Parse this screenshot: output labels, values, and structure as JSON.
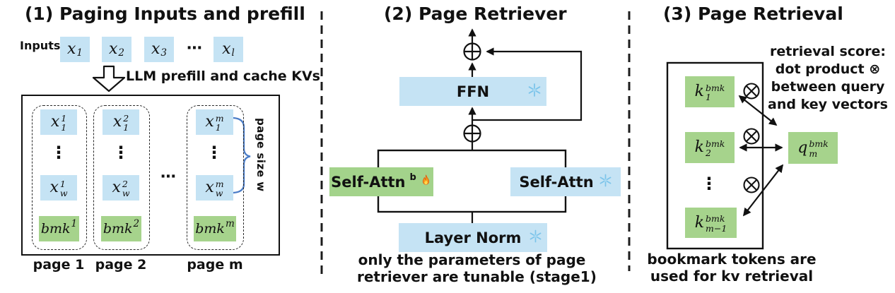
{
  "colors": {
    "token_blue": "#c5e3f4",
    "bookmark_green": "#a6d38c",
    "attn_green": "#a3d38b",
    "brace_blue": "#4a7cc7",
    "snowflake_blue": "#7cc4ea",
    "flame_orange": "#f59d1e",
    "line_black": "#111111"
  },
  "panel1": {
    "title": "(1) Paging Inputs and prefill",
    "inputs_label": "Inputs",
    "tokens": [
      {
        "base": "x",
        "sub": "1"
      },
      {
        "base": "x",
        "sub": "2"
      },
      {
        "base": "x",
        "sub": "3"
      },
      {
        "base": "x",
        "sub": "l"
      }
    ],
    "tokens_dots": "⋯",
    "prefill_label": "LLM prefill and cache KVs",
    "pages": [
      {
        "x_top": {
          "base": "x",
          "sup": "1",
          "sub": "1"
        },
        "vdots": "⋮",
        "x_bottom": {
          "base": "x",
          "sup": "1",
          "sub": "w"
        },
        "bmk": {
          "base": "bmk",
          "sup": "1"
        },
        "label": "page 1"
      },
      {
        "x_top": {
          "base": "x",
          "sup": "2",
          "sub": "1"
        },
        "vdots": "⋮",
        "x_bottom": {
          "base": "x",
          "sup": "2",
          "sub": "w"
        },
        "bmk": {
          "base": "bmk",
          "sup": "2"
        },
        "label": "page 2"
      },
      {
        "x_top": {
          "base": "x",
          "sup": "m",
          "sub": "1"
        },
        "vdots": "⋮",
        "x_bottom": {
          "base": "x",
          "sup": "m",
          "sub": "w"
        },
        "bmk": {
          "base": "bmk",
          "sup": "m"
        },
        "label": "page m"
      }
    ],
    "pages_dots": "⋯",
    "page_size_label": "page size w"
  },
  "panel2": {
    "title": "(2) Page Retriever",
    "ffn_label": "FFN",
    "self_attn_tunable": {
      "base": "Self-Attn",
      "sup": "b"
    },
    "self_attn_frozen": "Self-Attn",
    "layer_norm_label": "Layer Norm",
    "caption_line1": "only the parameters of page",
    "caption_line2": "retriever are tunable (stage1)"
  },
  "panel3": {
    "title": "(3) Page Retrieval",
    "note_lines": [
      "retrieval score:",
      "dot product ⊗",
      "between query",
      "and key vectors"
    ],
    "keys": [
      {
        "base": "k",
        "sup": "bmk",
        "sub": "1"
      },
      {
        "base": "k",
        "sup": "bmk",
        "sub": "2"
      },
      {
        "base": "k",
        "sup": "bmk",
        "sub": "m−1"
      }
    ],
    "keys_vdots": "⋮",
    "query": {
      "base": "q",
      "sup": "bmk",
      "sub": "m"
    },
    "caption_line1": "bookmark tokens are",
    "caption_line2": "used for kv retrieval"
  }
}
